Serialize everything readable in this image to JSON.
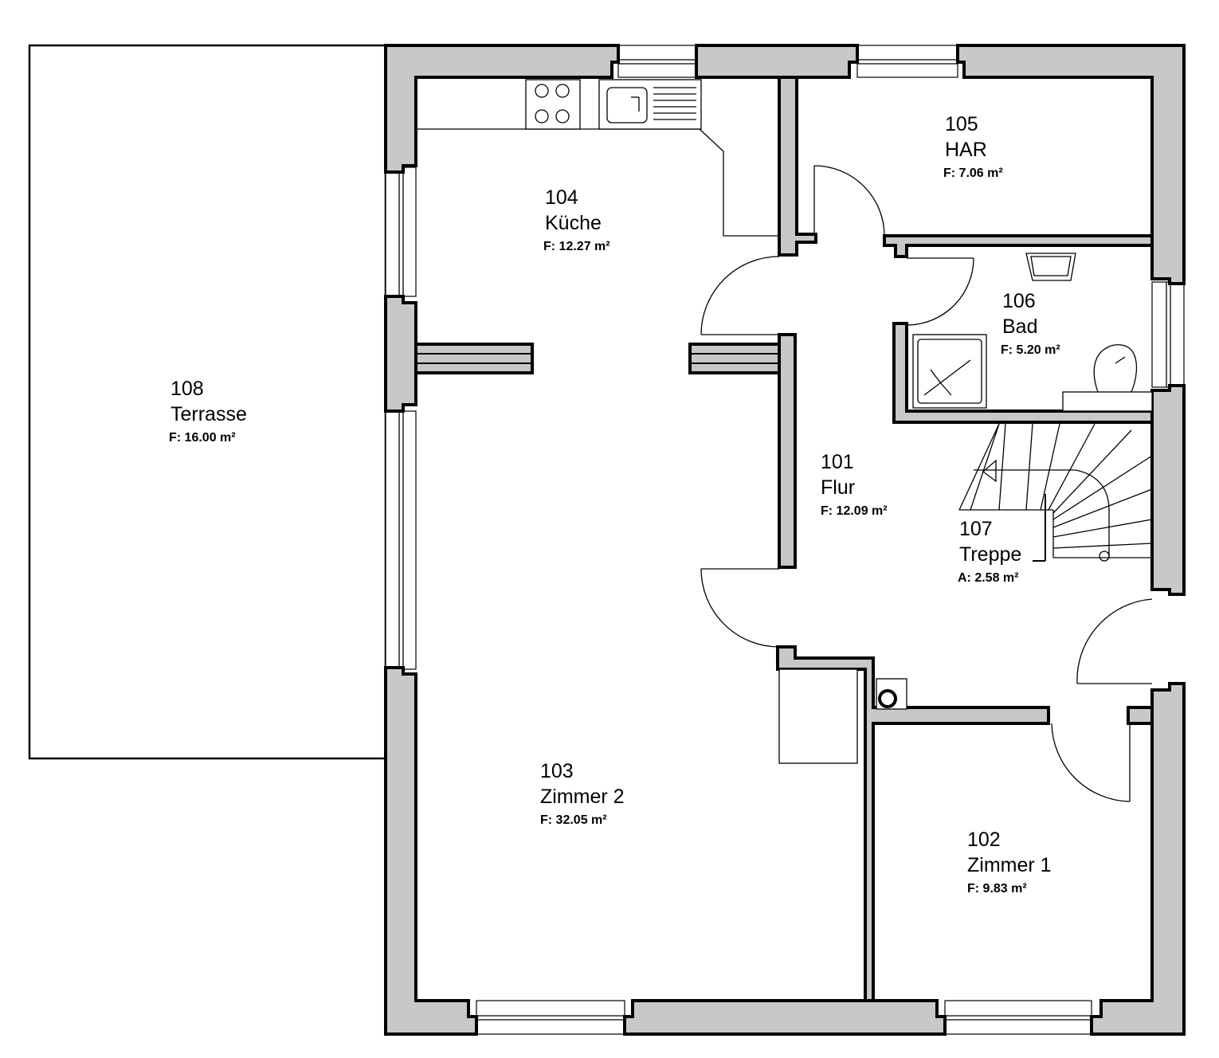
{
  "rooms": [
    {
      "number": "101",
      "name": "Flur",
      "area": "F:  12.09  m²"
    },
    {
      "number": "102",
      "name": "Zimmer 1",
      "area": "F:  9.83  m²"
    },
    {
      "number": "103",
      "name": "Zimmer 2",
      "area": "F:  32.05  m²"
    },
    {
      "number": "104",
      "name": "Küche",
      "area": "F:  12.27  m²"
    },
    {
      "number": "105",
      "name": "HAR",
      "area": "F:  7.06  m²"
    },
    {
      "number": "106",
      "name": "Bad",
      "area": "F:  5.20  m²"
    },
    {
      "number": "107",
      "name": "Treppe",
      "area": "A:  2.58  m²"
    },
    {
      "number": "108",
      "name": "Terrasse",
      "area": "F:  16.00  m²"
    }
  ],
  "colors": {
    "wall_fill": "#c8c8c8",
    "line": "#000000",
    "background": "#ffffff"
  }
}
